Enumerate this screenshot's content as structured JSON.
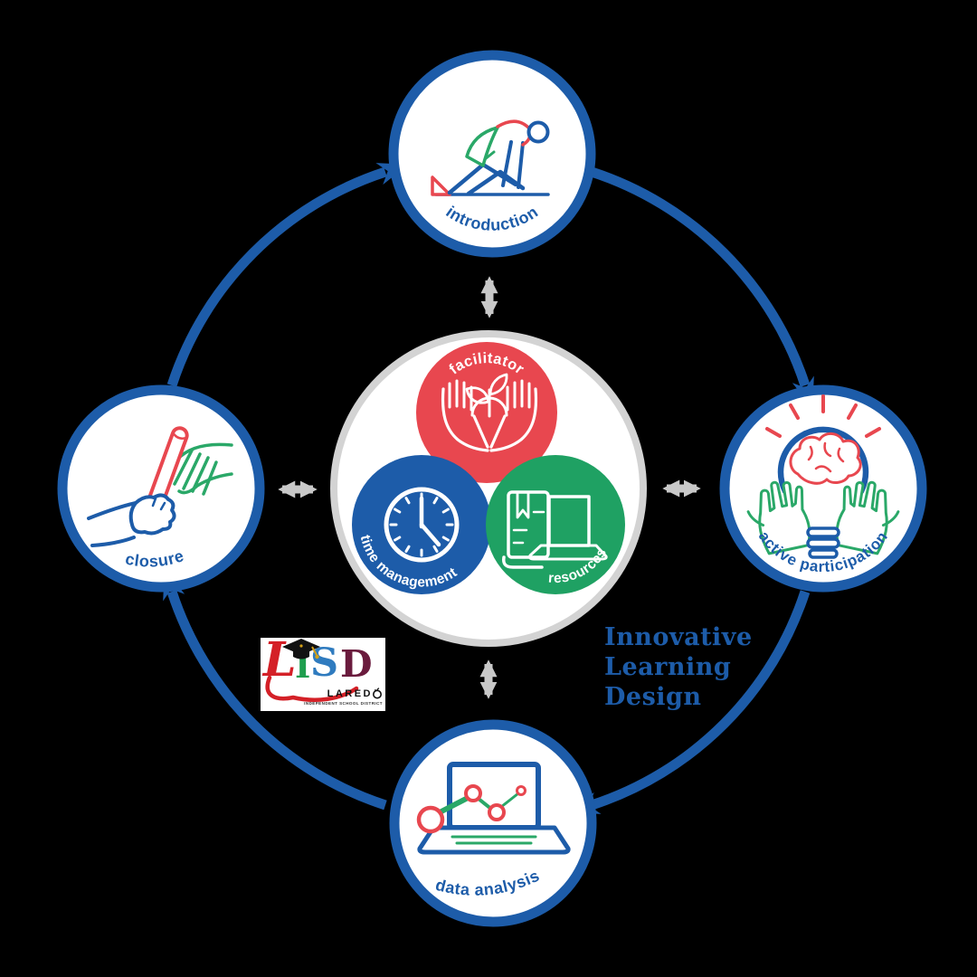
{
  "diagram": {
    "flow_direction": "clockwise",
    "cycle_nodes": [
      {
        "label": "introduction",
        "icon": "runner-start-icon"
      },
      {
        "label": "active participation",
        "icon": "brain-lightbulb-hands-icon"
      },
      {
        "label": "data analysis",
        "icon": "laptop-chart-icon"
      },
      {
        "label": "closure",
        "icon": "relay-baton-pass-icon"
      }
    ],
    "core_nodes": [
      {
        "label": "facilitator",
        "icon": "hands-sprout-icon",
        "color": "#e8474f"
      },
      {
        "label": "time management",
        "icon": "clock-icon",
        "color": "#1d5ca9"
      },
      {
        "label": "resources",
        "icon": "book-laptop-icon",
        "color": "#1fa163"
      }
    ],
    "tagline": {
      "line1": "Innovative",
      "line2": "Learning",
      "line3": "Design"
    },
    "logo": {
      "letters": [
        "L",
        "I",
        "S",
        "D"
      ],
      "letter_colors": [
        "#d42027",
        "#1e9e4e",
        "#2f7bbf",
        "#6a1b3d"
      ],
      "city_prefix": "LARED",
      "city_full": "LAREDO",
      "subtitle": "INDEPENDENT SCHOOL DISTRICT"
    },
    "colors": {
      "primary_blue": "#1d5ca9",
      "red": "#e8474f",
      "green": "#1fa163",
      "hand_green": "#2aa868",
      "gray_arrow": "#c8c8c8",
      "center_ring": "#d3d3d3"
    }
  }
}
